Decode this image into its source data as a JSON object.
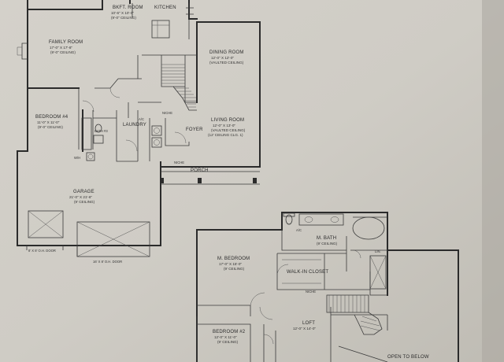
{
  "rooms": {
    "bkft_room": {
      "name": "BKFT. ROOM",
      "dim1": "10'-6\" X 10'-0\"",
      "dim2": "(9'-0\" CEILING)"
    },
    "kitchen": {
      "name": "KITCHEN"
    },
    "family_room": {
      "name": "FAMILY ROOM",
      "dim1": "17'-0\" X 17'-8\"",
      "dim2": "(9'-0\" CEILING)"
    },
    "dining_room": {
      "name": "DINING ROOM",
      "dim1": "12'-0\" X 12'-0\"",
      "dim2": "(VAULTED CEILING)"
    },
    "living_room": {
      "name": "LIVING ROOM",
      "dim1": "12'-0\" X 13'-0\"",
      "dim2": "(VAULTED CEILING)",
      "dim3": "(12' CEILING CLG. 1)"
    },
    "bedroom4": {
      "name": "BEDROOM #4",
      "dim1": "11'-0\" X 11'-0\"",
      "dim2": "(9'-0\" CEILING)"
    },
    "bath3": {
      "name": "BATH #3"
    },
    "laundry": {
      "name": "LAUNDRY"
    },
    "foyer": {
      "name": "FOYER"
    },
    "porch": {
      "name": "PORCH"
    },
    "garage": {
      "name": "GARAGE",
      "dim1": "21'-0\" X 21'-6\"",
      "dim2": "(9' CEILING)"
    },
    "m_bath": {
      "name": "M. BATH",
      "dim1": "(9' CEILING)"
    },
    "m_bedroom": {
      "name": "M. BEDROOM",
      "dim1": "17'-0\" X 15'-0\"",
      "dim2": "(9' CEILING)"
    },
    "walkin": {
      "name": "WALK-IN CLOSET"
    },
    "bedroom2": {
      "name": "BEDROOM #2",
      "dim1": "12'-0\" X 11'-0\"",
      "dim2": "(9' CEILING)"
    },
    "loft": {
      "name": "LOFT",
      "dim1": "12'-0\" X 14'-0\""
    },
    "open_below": {
      "name": "OPEN TO BELOW"
    }
  },
  "labels": {
    "niche1": "NICHE",
    "niche2": "NICHE",
    "niche3": "NICHE",
    "wh": "W/H",
    "ac": "A/C",
    "lin": "LIN.",
    "garage_door_left": "8' X 8' O.H. DOOR",
    "garage_door_right": "16' X 8' O.H. DOOR"
  }
}
